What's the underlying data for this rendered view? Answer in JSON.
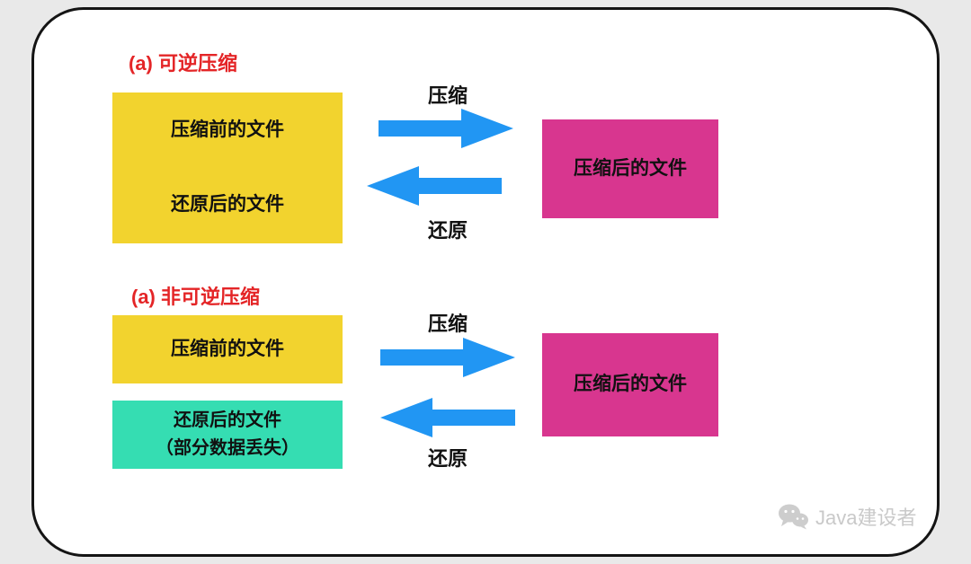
{
  "colors": {
    "yellow": "#f2d32e",
    "pink": "#d8368f",
    "teal": "#35ddb2",
    "blue": "#2196f3",
    "red": "#e42527"
  },
  "section1": {
    "label": "(a) 可逆压缩",
    "before_box_line1": "压缩前的文件",
    "before_box_line2": "还原后的文件",
    "compress_label": "压缩",
    "restore_label": "还原",
    "after_box": "压缩后的文件"
  },
  "section2": {
    "label": "(a) 非可逆压缩",
    "before_box": "压缩前的文件",
    "restored_box_line1": "还原后的文件",
    "restored_box_line2": "（部分数据丢失）",
    "compress_label": "压缩",
    "restore_label": "还原",
    "after_box": "压缩后的文件"
  },
  "watermark": {
    "text": "Java建设者"
  }
}
